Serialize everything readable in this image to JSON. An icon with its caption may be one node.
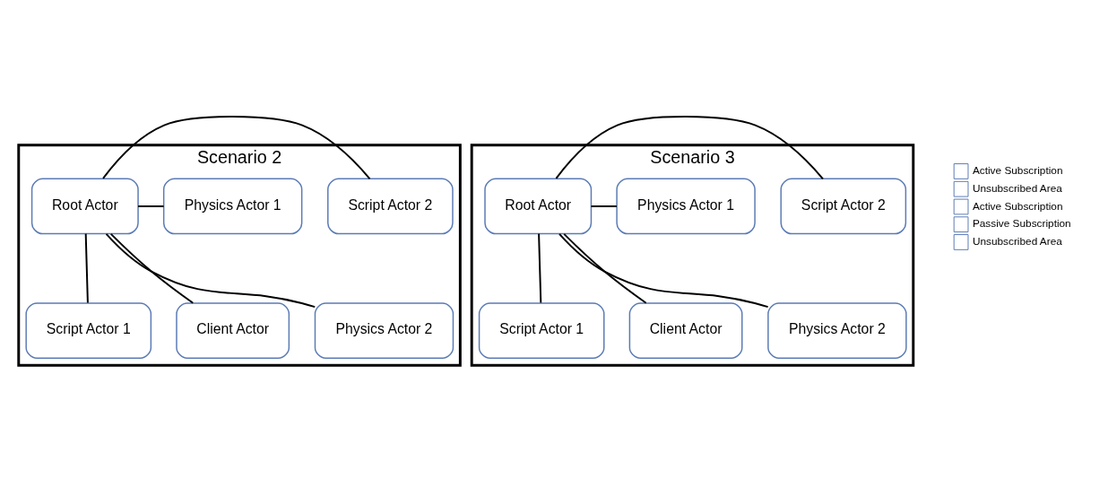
{
  "diagram": {
    "nodes": [
      {
        "text": [
          "Scenario 2"
        ]
      },
      {
        "text": [
          "Root Actor"
        ],
        "in": 0
      },
      {
        "text": [
          "Script Actor 2"
        ],
        "in": 0
      },
      {
        "text": [
          "Physics Actor 1"
        ],
        "in": 0
      },
      {
        "text": [
          "Script Actor 1"
        ],
        "in": 0
      },
      {
        "text": [
          "Client Actor"
        ],
        "in": 0
      },
      {
        "text": [
          "Physics Actor 2"
        ],
        "in": 0
      },
      {
        "text": [
          "Scenario 3"
        ]
      },
      {
        "text": [
          "Root Actor"
        ],
        "in": 7
      },
      {
        "text": [
          "Script Actor 2"
        ],
        "in": 7
      },
      {
        "text": [
          "Physics Actor 1"
        ],
        "in": 7
      },
      {
        "text": [
          "Script Actor 1"
        ],
        "in": 7
      },
      {
        "text": [
          "Client Actor"
        ],
        "in": 7
      },
      {
        "text": [
          "Physics Actor 2"
        ],
        "in": 7
      }
    ],
    "edges": [
      {
        "from": 1,
        "to": 2,
        "arrow": "none"
      },
      {
        "from": 1,
        "to": 3,
        "arrow": "none"
      },
      {
        "from": 1,
        "to": 4,
        "arrow": "none"
      },
      {
        "from": 1,
        "to": 5,
        "arrow": "none"
      },
      {
        "from": 1,
        "to": 6,
        "arrow": "none"
      },
      {
        "from": 8,
        "to": 9,
        "arrow": "none"
      },
      {
        "from": 8,
        "to": 10,
        "arrow": "none"
      },
      {
        "from": 8,
        "to": 11,
        "arrow": "none"
      },
      {
        "from": 8,
        "to": 12,
        "arrow": "none"
      },
      {
        "from": 8,
        "to": 13,
        "arrow": "none"
      }
    ],
    "legend": [
      {
        "text": "Active Subscription"
      },
      {
        "text": "Unsubscribed Area"
      },
      {
        "text": "Active Subscription"
      },
      {
        "text": "Passive Subscription"
      },
      {
        "text": "Unsubscribed Area"
      }
    ]
  }
}
